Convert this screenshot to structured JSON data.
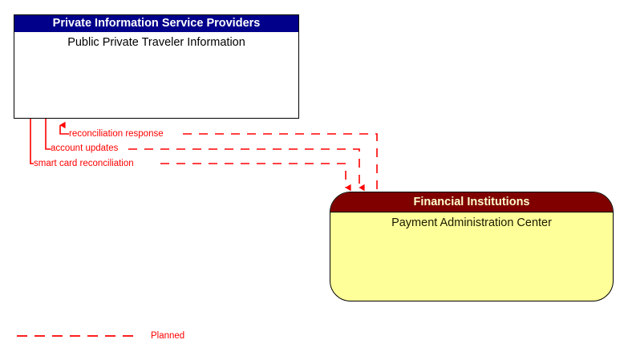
{
  "diagram": {
    "type": "interconnect-flow-diagram",
    "background": "#ffffff",
    "flow_color": "#FF0000",
    "nodes": [
      {
        "id": "source",
        "stakeholder": "Private Information Service Providers",
        "name": "Public Private Traveler Information",
        "header_color": "#00008B",
        "header_text_color": "#FFFFFF",
        "body_color": "#FFFFFF",
        "body_text_color": "#000000",
        "shape": "rectangle"
      },
      {
        "id": "target",
        "stakeholder": "Financial Institutions",
        "name": "Payment Administration Center",
        "header_color": "#800000",
        "header_text_color": "#FFFFCC",
        "body_color": "#FFFF99",
        "body_text_color": "#000000",
        "shape": "rounded-rectangle"
      }
    ],
    "flows": [
      {
        "label": "reconciliation response",
        "from": "Payment Administration Center",
        "to": "Public Private Traveler Information",
        "status": "Planned",
        "color": "#FF0000"
      },
      {
        "label": "account updates",
        "from": "Public Private Traveler Information",
        "to": "Payment Administration Center",
        "status": "Planned",
        "color": "#FF0000"
      },
      {
        "label": "smart card reconciliation",
        "from": "Public Private Traveler Information",
        "to": "Payment Administration Center",
        "status": "Planned",
        "color": "#FF0000"
      }
    ],
    "legend": [
      {
        "label": "Planned",
        "color": "#FF0000",
        "style": "dashed"
      }
    ]
  }
}
